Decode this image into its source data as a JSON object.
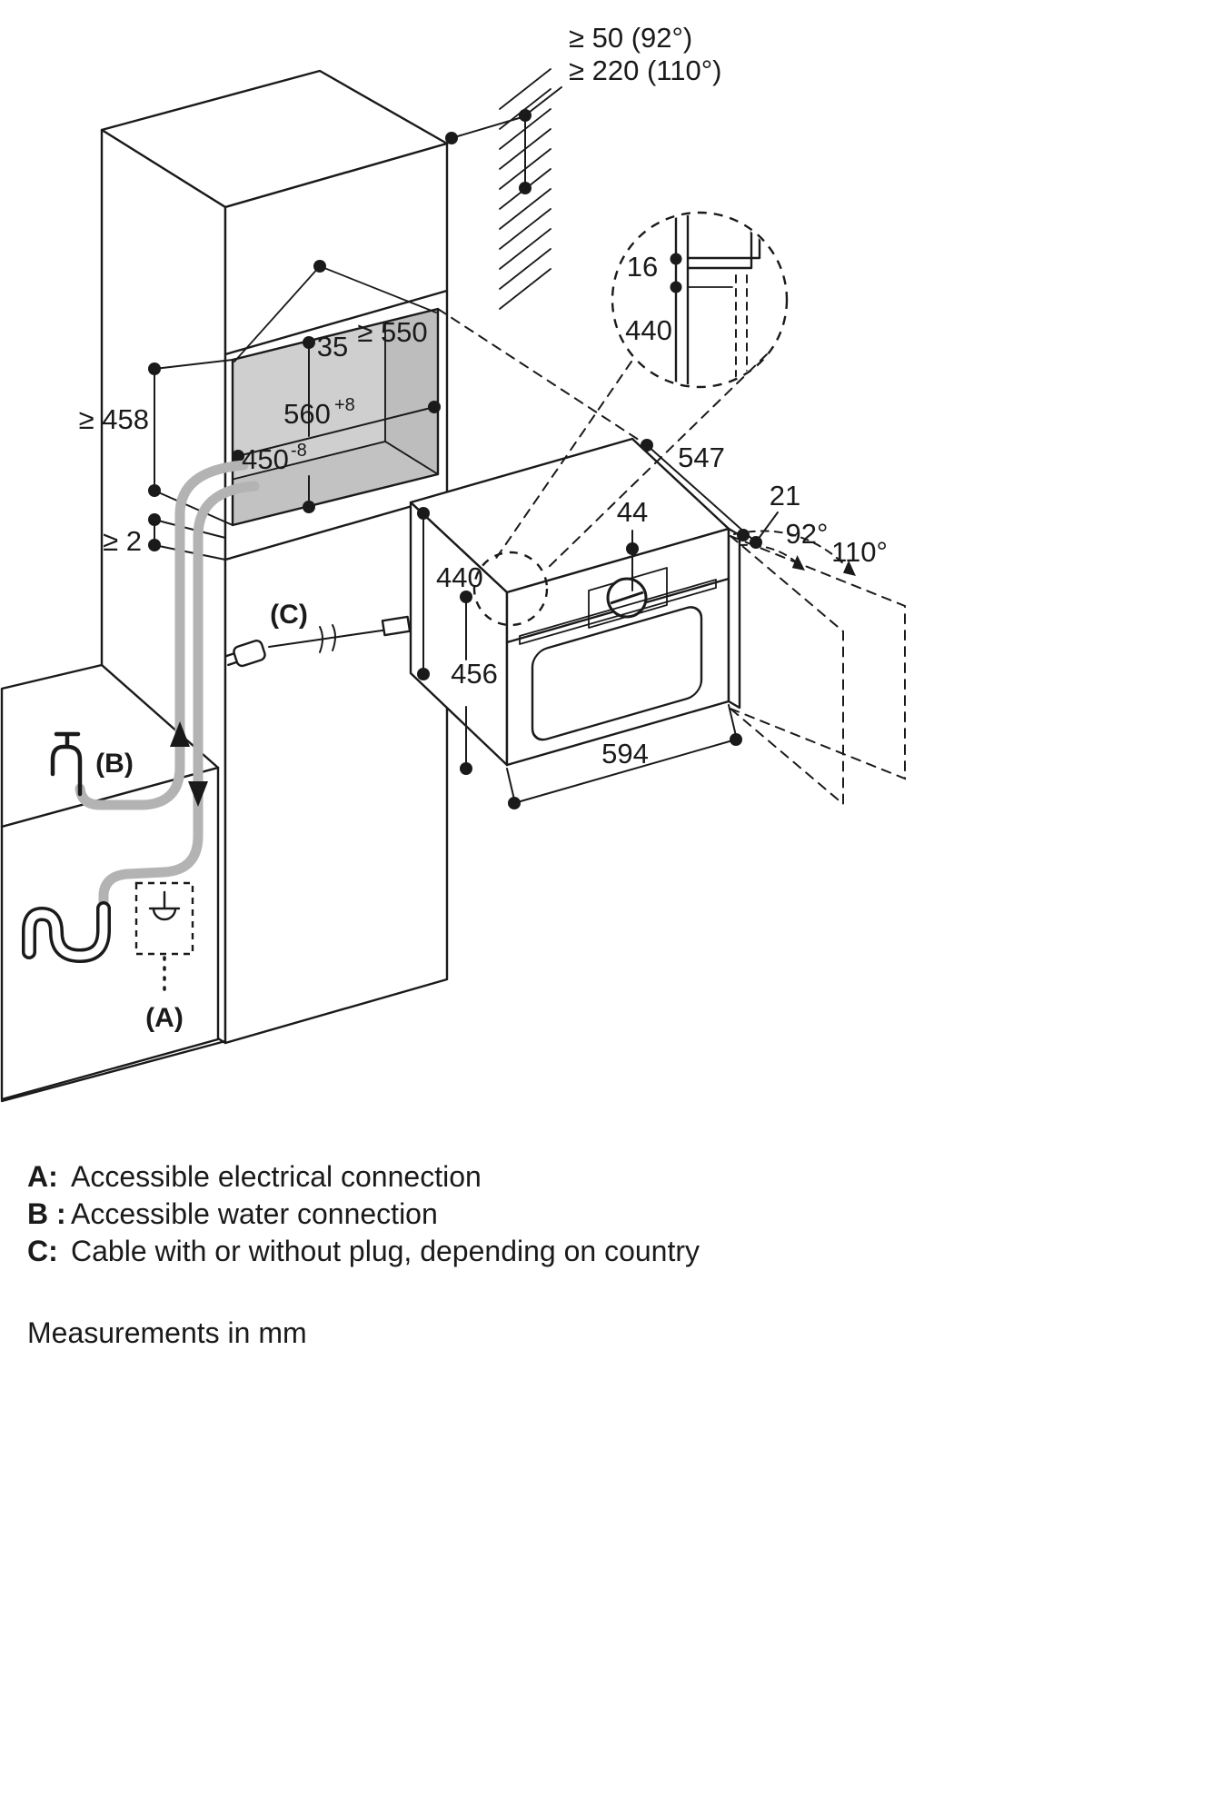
{
  "diagram": {
    "clearance_top": {
      "line1": "≥ 50 (92°)",
      "line2": "≥ 220 (110°)"
    },
    "detail_circle": {
      "dim_16": "16",
      "dim_440": "440"
    },
    "cabinet": {
      "dim_35": "35",
      "dim_550": "≥ 550",
      "dim_560_base": "560",
      "dim_560_sup": "+8",
      "dim_450_base": "450",
      "dim_450_sup": "-8",
      "dim_458": "≥ 458",
      "dim_2": "≥ 2"
    },
    "appliance": {
      "dim_440": "440",
      "dim_456": "456",
      "dim_594": "594",
      "dim_44": "44",
      "dim_547": "547",
      "dim_21": "21",
      "angle_92": "92°",
      "angle_110": "110°"
    },
    "markers": {
      "a": "(A)",
      "b": "(B)",
      "c": "(C)"
    }
  },
  "legend": {
    "rows": [
      {
        "key": "A:",
        "text": "Accessible electrical connection"
      },
      {
        "key": "B :",
        "text": "Accessible water connection"
      },
      {
        "key": "C:",
        "text": "Cable with or without plug, depending on country"
      }
    ]
  },
  "footer": {
    "note": "Measurements in mm"
  },
  "colors": {
    "ink": "#1a1a1a",
    "pipe": "#b3b3b3",
    "niche_fill": "#c9c9c9",
    "niche_wall": "#bdbdbd"
  }
}
